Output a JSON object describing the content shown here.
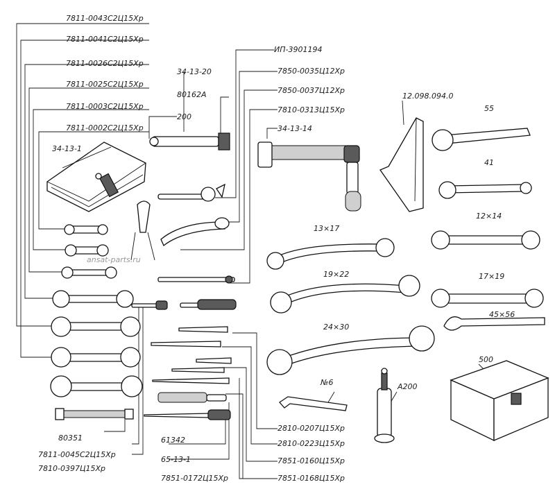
{
  "watermark": "ansat-parts.ru",
  "page_mark": "",
  "labels": {
    "p7811_0043": "7811-0043С2Ц15Хр",
    "p7811_0041": "7811-0041С2Ц15Хр",
    "p7811_0026": "7811-0026С2Ц15Хр",
    "p7811_0025": "7811-0025С2Ц15Хр",
    "p7811_0003": "7811-0003С2Ц15Хр",
    "p7811_0002": "7811-0002С2Ц15Хр",
    "p34_13_1": "34-13-1",
    "p200": "200",
    "p80162a": "80162А",
    "p34_13_20": "34-13-20",
    "ip3901194": "ИП-3901194",
    "p7850_0035": "7850-0035Ц12Хр",
    "p7850_0037": "7850-0037Ц12Хр",
    "p7810_0313": "7810-0313Ц15Хр",
    "p34_13_14": "34-13-14",
    "p12_098": "12.098.094.0",
    "s55": "55",
    "s41": "41",
    "s12x14": "12×14",
    "s13x17": "13×17",
    "s19x22": "19×22",
    "s17x19": "17×19",
    "s45x56": "45×56",
    "s24x30": "24×30",
    "p500": "500",
    "no6": "№6",
    "a200": "А200",
    "p80351": "80351",
    "p7811_0045": "7811-0045С2Ц15Хр",
    "p7810_0397": "7810-0397Ц15Хр",
    "p61342": "61342",
    "p65_13_1": "65-13-1",
    "p7851_0172": "7851-0172Ц15Хр",
    "p2810_0207": "2810-0207Ц15Хр",
    "p2810_0223": "2810-0223Ц15Хр",
    "p7851_0160": "7851-0160Ц15Хр",
    "p7851_0168": "7851-0168Ц15Хр"
  }
}
